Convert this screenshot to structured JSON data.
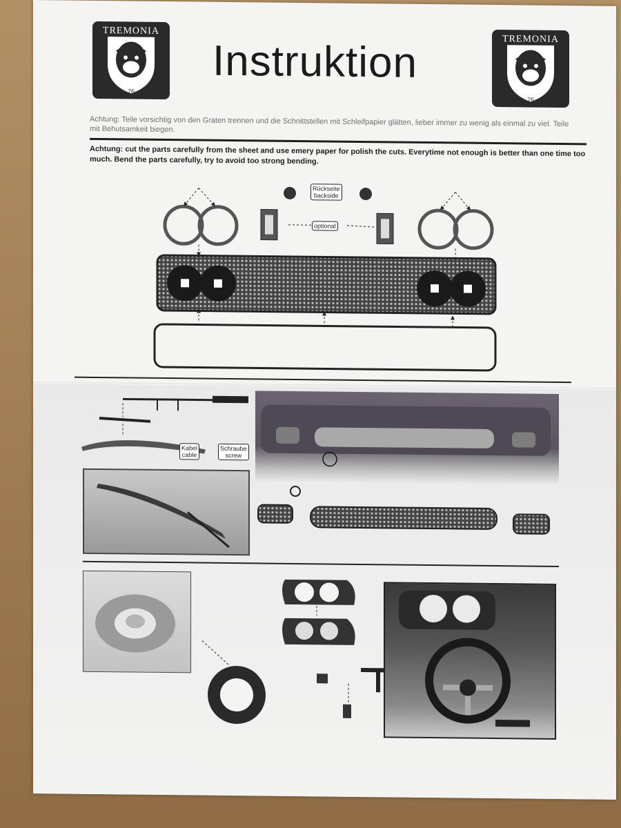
{
  "document": {
    "title": "Instruktion",
    "logo_text": "TREMONIA",
    "logo_number": "76",
    "note_de": "Achtung: Teile vorsichtig von den Graten trennen und die Schnittstellen mit Schleifpapier glätten, lieber immer zu wenig als einmal zu viel. Teile mit Behutsamkeit biegen.",
    "note_en": "Achtung: cut the parts carefully from the sheet and use emery paper for polish the cuts. Everytime not enough is better than one time too much. Bend the parts carefully, try to avoid too strong bending."
  },
  "labels": {
    "backside_de": "Rückseite",
    "backside_en": "backside",
    "optional": "optional",
    "cable_de": "Kabel",
    "cable_en": "cable",
    "screw_de": "Schraube",
    "screw_en": "screw"
  },
  "colors": {
    "sheet": "#f4f4f2",
    "ink": "#1e1e1e",
    "table": "#a8875f",
    "logo_bg": "#2a2a2a"
  }
}
